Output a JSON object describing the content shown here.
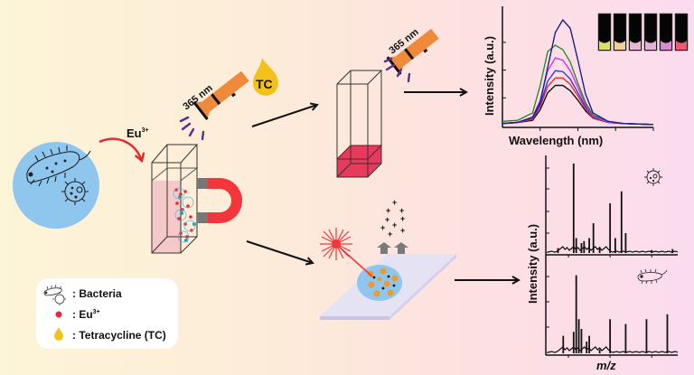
{
  "labels": {
    "eu": "Eu",
    "eu_sup": "3+",
    "uv_1": "365 nm",
    "uv_2": "365 nm",
    "tc_drop": "TC"
  },
  "legend": {
    "bacteria": ": Bacteria",
    "eu": ": Eu",
    "eu_sup": "3+",
    "tc": ": Tetracycline (TC)"
  },
  "colors": {
    "sample_circle": "#8ec6ee",
    "arrow_red": "#e8262b",
    "flashlight": "#ef8a3a",
    "uv_rays": "#5a2d91",
    "tc_drop": "#f2c21b",
    "magnet": "#f2363b",
    "magnet_pole": "#777777",
    "cuvette_fill_red": "#e83a5c",
    "cuvette_fill_pink": "#f6c9c9",
    "laser": "#f2363b",
    "slide": "#e4e2f3",
    "ion_arrow": "#7a7a7a"
  },
  "chart_data": [
    {
      "type": "line",
      "title": "",
      "xlabel": "Wavelength (nm)",
      "ylabel": "Intensity (a.u.)",
      "xlim": [
        0,
        10
      ],
      "ylim": [
        0,
        1
      ],
      "x": [
        0,
        1,
        2,
        2.5,
        3,
        3.5,
        4,
        4.5,
        5,
        5.5,
        6,
        7,
        8,
        10
      ],
      "series": [
        {
          "name": "navy",
          "color": "#1d1f8a",
          "values": [
            0.02,
            0.03,
            0.08,
            0.22,
            0.55,
            0.88,
            1.0,
            0.92,
            0.62,
            0.3,
            0.12,
            0.04,
            0.02,
            0.01
          ]
        },
        {
          "name": "green",
          "color": "#2a8a2a",
          "values": [
            0.04,
            0.05,
            0.12,
            0.38,
            0.7,
            0.76,
            0.72,
            0.6,
            0.4,
            0.22,
            0.1,
            0.04,
            0.02,
            0.01
          ]
        },
        {
          "name": "magenta",
          "color": "#e22de8",
          "values": [
            0.02,
            0.03,
            0.08,
            0.24,
            0.52,
            0.64,
            0.62,
            0.52,
            0.36,
            0.2,
            0.09,
            0.03,
            0.02,
            0.01
          ]
        },
        {
          "name": "blue",
          "color": "#2b3de8",
          "values": [
            0.02,
            0.03,
            0.07,
            0.2,
            0.42,
            0.52,
            0.51,
            0.44,
            0.31,
            0.18,
            0.08,
            0.03,
            0.02,
            0.01
          ]
        },
        {
          "name": "red",
          "color": "#e82b2b",
          "values": [
            0.02,
            0.03,
            0.06,
            0.18,
            0.37,
            0.45,
            0.45,
            0.39,
            0.28,
            0.16,
            0.07,
            0.03,
            0.02,
            0.01
          ]
        },
        {
          "name": "black",
          "color": "#111111",
          "values": [
            0.02,
            0.03,
            0.05,
            0.15,
            0.31,
            0.38,
            0.38,
            0.33,
            0.24,
            0.14,
            0.07,
            0.03,
            0.02,
            0.01
          ]
        }
      ],
      "inset_vial_colors": [
        "#d9e06a",
        "#efcf9a",
        "#e8b8d0",
        "#e6b0d6",
        "#d98ad0",
        "#ef5a72"
      ]
    },
    {
      "type": "bar",
      "title": "",
      "xlabel": "m/z",
      "ylabel": "Intensity (a.u.)",
      "panels": [
        {
          "name": "virus-like organism (top)",
          "x": [
            0.2,
            0.5,
            0.55,
            0.65,
            0.7,
            0.8,
            0.88,
            1.0,
            1.2,
            1.3,
            1.42,
            1.5,
            2.0,
            2.4
          ],
          "values": [
            0.05,
            0.9,
            0.15,
            0.1,
            0.12,
            0.15,
            0.3,
            0.06,
            0.5,
            0.15,
            0.62,
            0.2,
            0.03,
            0.04
          ]
        },
        {
          "name": "bacterium (bottom)",
          "x": [
            0.3,
            0.5,
            0.55,
            0.6,
            0.65,
            0.75,
            0.8,
            1.0,
            1.2,
            1.5,
            1.9,
            2.3
          ],
          "values": [
            0.18,
            0.22,
            0.8,
            0.35,
            0.25,
            0.12,
            0.18,
            0.04,
            0.35,
            0.3,
            0.35,
            0.4
          ]
        }
      ]
    }
  ]
}
